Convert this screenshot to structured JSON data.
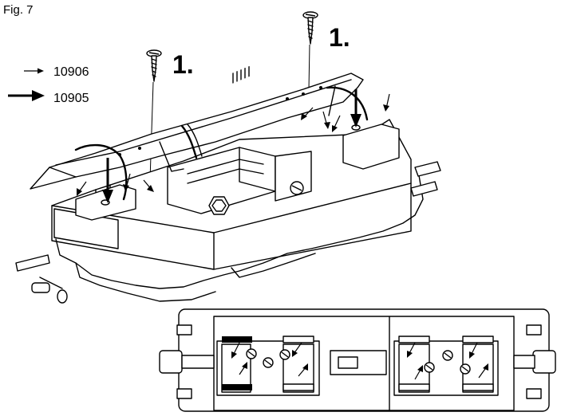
{
  "figure": {
    "label": "Fig. 7"
  },
  "steps": {
    "left": "1.",
    "right": "1."
  },
  "legend": {
    "small_arrow_code": "10906",
    "large_arrow_code": "10905"
  }
}
